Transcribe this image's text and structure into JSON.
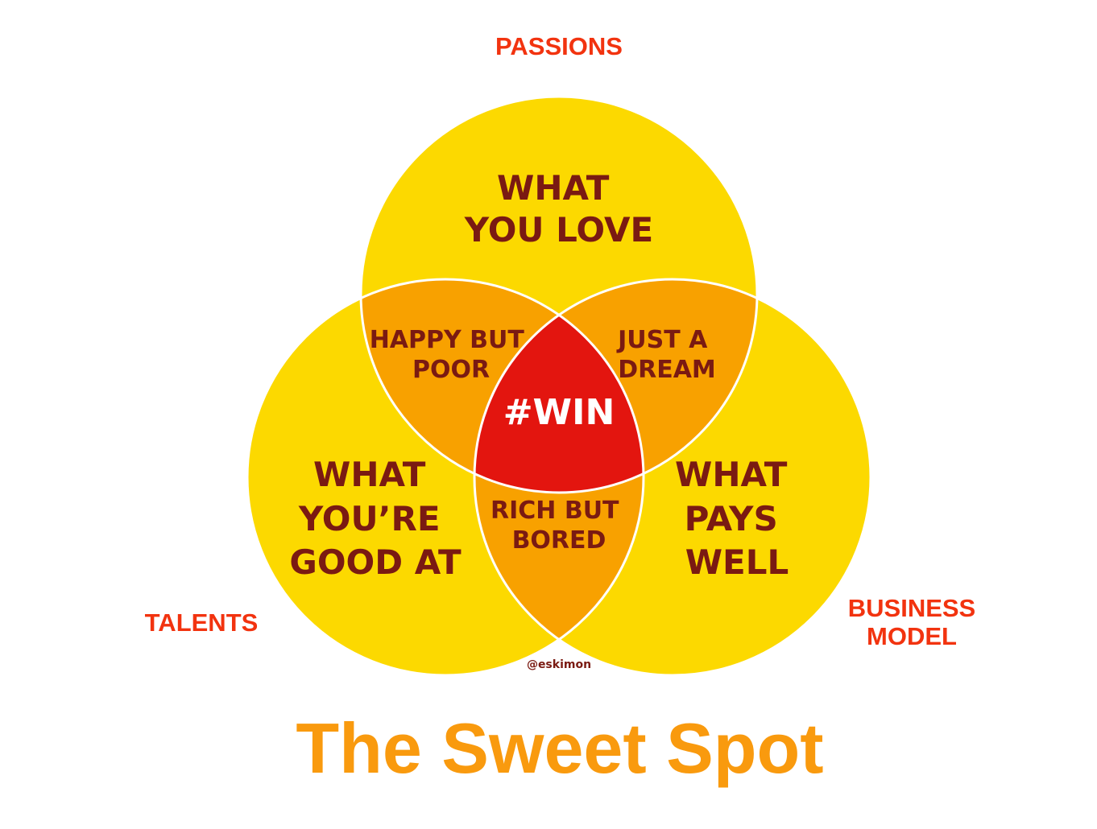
{
  "labels": {
    "passions": "PASSIONS",
    "talents": "TALENTS",
    "business_model": [
      "BUSINESS",
      "MODEL"
    ]
  },
  "regions": {
    "love": [
      "WHAT",
      "YOU LOVE"
    ],
    "good_at": [
      "WHAT",
      "YOU’RE",
      "GOOD AT"
    ],
    "pays": [
      "WHAT",
      "PAYS",
      "WELL"
    ],
    "happy_poor": [
      "HAPPY BUT",
      "POOR"
    ],
    "just_dream": [
      "JUST A",
      "DREAM"
    ],
    "rich_bored": [
      "RICH BUT",
      "BORED"
    ],
    "win": "#WIN"
  },
  "credit": "@eskimon",
  "title": "The Sweet Spot",
  "colors": {
    "circle": "#fcd900",
    "overlap": "#f8a100",
    "center": "#e3150f",
    "outline": "#ffffff",
    "region_text": "#7a1a12",
    "win_text": "#ffffff",
    "labels": "#f2330f",
    "title": "#f99a0e"
  }
}
